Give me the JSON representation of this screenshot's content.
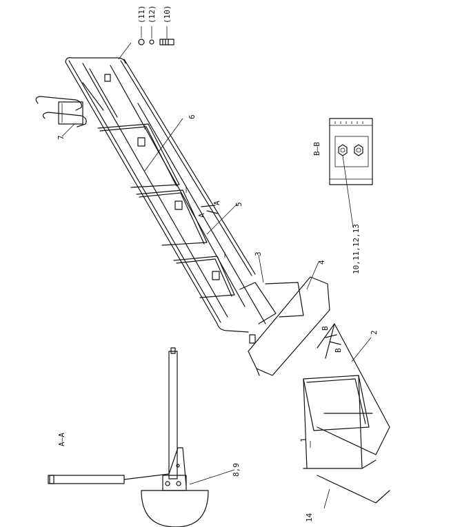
{
  "labels": {
    "p11": "(11)",
    "p12": "(12)",
    "p10": "(10)",
    "p6": "6",
    "p7": "7",
    "p5": "5",
    "p3": "3",
    "p4": "4",
    "p2": "2",
    "p1": "1",
    "p14": "14",
    "p89": "8,9",
    "p1013": "10,11,12,13",
    "secAA": "A–A",
    "secBB": "B–B",
    "cutA1": "A",
    "cutA2": "A",
    "cutB1": "B",
    "cutB2": "B"
  }
}
